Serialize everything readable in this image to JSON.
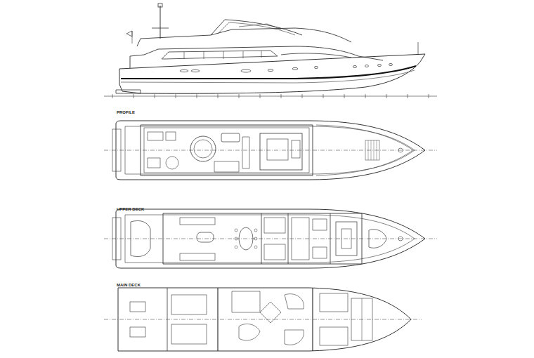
{
  "diagram": {
    "labels": [
      "PROFILE",
      "UPPER DECK",
      "MAIN DECK"
    ]
  }
}
